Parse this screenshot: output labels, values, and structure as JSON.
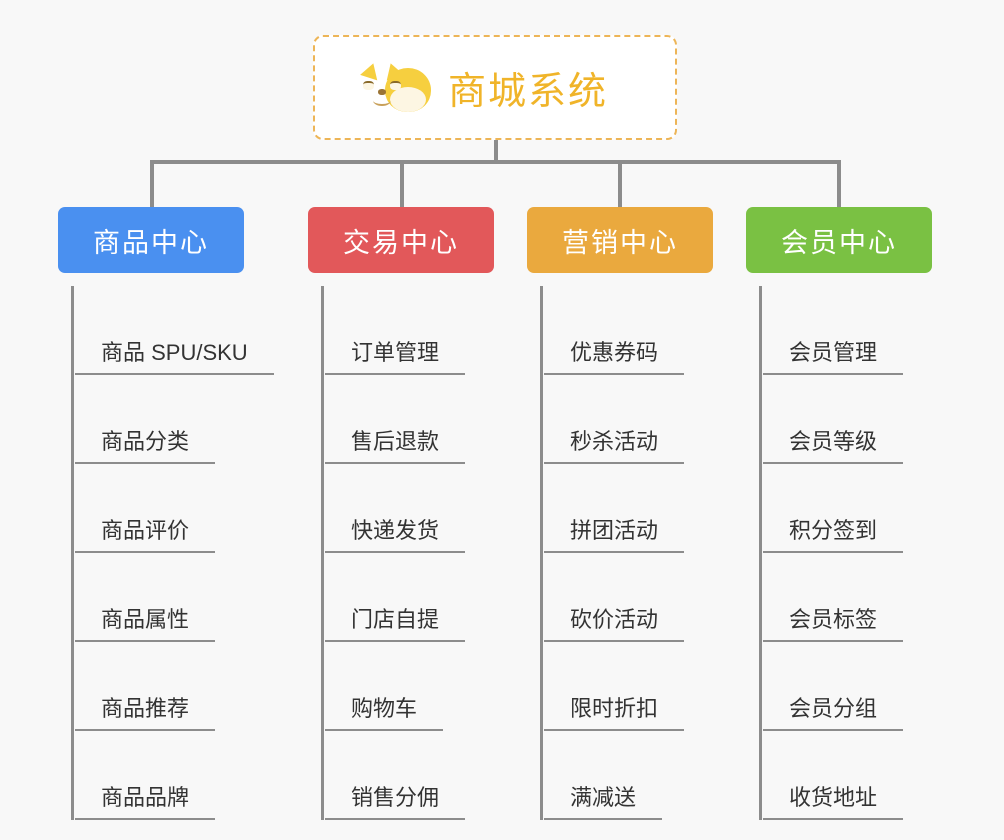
{
  "diagram": {
    "background_color": "#f8f8f8",
    "root": {
      "title": "商城系统",
      "icon": "dog-face-icon",
      "text_color": "#f0b429",
      "border_color": "#edb557"
    },
    "connector_color": "#8c8c8c",
    "branches": [
      {
        "id": "product-center",
        "label": "商品中心",
        "color": "#4a90f0",
        "items": [
          "商品 SPU/SKU",
          "商品分类",
          "商品评价",
          "商品属性",
          "商品推荐",
          "商品品牌"
        ]
      },
      {
        "id": "trade-center",
        "label": "交易中心",
        "color": "#e2585a",
        "items": [
          "订单管理",
          "售后退款",
          "快递发货",
          "门店自提",
          "购物车",
          "销售分佣"
        ]
      },
      {
        "id": "marketing-center",
        "label": "营销中心",
        "color": "#eaa93e",
        "items": [
          "优惠券码",
          "秒杀活动",
          "拼团活动",
          "砍价活动",
          "限时折扣",
          "满减送"
        ]
      },
      {
        "id": "member-center",
        "label": "会员中心",
        "color": "#7ac143",
        "items": [
          "会员管理",
          "会员等级",
          "积分签到",
          "会员标签",
          "会员分组",
          "收货地址"
        ]
      }
    ]
  }
}
